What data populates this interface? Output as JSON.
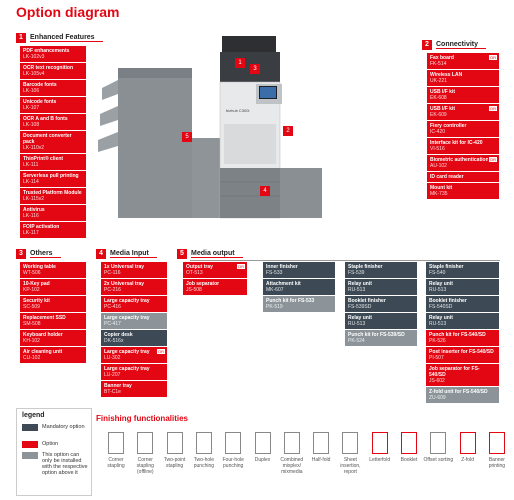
{
  "title": "Option diagram",
  "sections": {
    "enhanced": {
      "num": "1",
      "label": "Enhanced Features",
      "items": [
        {
          "name": "PDF enhancements",
          "code": "LK-102v3"
        },
        {
          "name": "OCR text recognition",
          "code": "LK-105v4"
        },
        {
          "name": "Barcode fonts",
          "code": "LK-106"
        },
        {
          "name": "Unicode fonts",
          "code": "LK-107"
        },
        {
          "name": "OCR A and B fonts",
          "code": "LK-108"
        },
        {
          "name": "Document converter pack",
          "code": "LK-110v2"
        },
        {
          "name": "ThinPrint® client",
          "code": "LK-111"
        },
        {
          "name": "Serverless pull printing",
          "code": "LK-114"
        },
        {
          "name": "Trusted Platform Module",
          "code": "LK-115v2"
        },
        {
          "name": "Antivirus",
          "code": "LK-116"
        },
        {
          "name": "FOIP activation",
          "code": "LK-117"
        }
      ]
    },
    "connectivity": {
      "num": "2",
      "label": "Connectivity",
      "items": [
        {
          "name": "Fax board",
          "code": "FK-514",
          "ok": "OR"
        },
        {
          "name": "Wireless LAN",
          "code": "UK-221"
        },
        {
          "name": "USB I/F kit",
          "code": "EK-608"
        },
        {
          "name": "USB I/F kit",
          "code": "EK-609",
          "ok": "OR"
        },
        {
          "name": "Fiery controller",
          "code": "IC-420"
        },
        {
          "name": "Interface kit for IC-420",
          "code": "VI-516"
        },
        {
          "name": "Biometric authentication",
          "code": "AU-102",
          "ok": "OR"
        },
        {
          "name": "ID card reader",
          "code": ""
        },
        {
          "name": "Mount kit",
          "code": "MK-735"
        }
      ]
    },
    "others": {
      "num": "3",
      "label": "Others",
      "items": [
        {
          "name": "Working table",
          "code": "WT-506"
        },
        {
          "name": "10-Key pad",
          "code": "KP-102"
        },
        {
          "name": "Security kit",
          "code": "SC-509"
        },
        {
          "name": "Replacement SSD",
          "code": "SM-508"
        },
        {
          "name": "Keyboard holder",
          "code": "KH-102"
        },
        {
          "name": "Air cleaning unit",
          "code": "CU-102"
        }
      ]
    },
    "media_input": {
      "num": "4",
      "label": "Media Input",
      "items": [
        {
          "name": "1x Universal tray",
          "code": "PC-116"
        },
        {
          "name": "2x Universal tray",
          "code": "PC-216"
        },
        {
          "name": "Large capacity tray",
          "code": "PC-416"
        },
        {
          "name": "Large capacity tray",
          "code": "PC-417"
        },
        {
          "name": "Copier desk",
          "code": "DK-516x"
        },
        {
          "name": "Large capacity tray",
          "code": "LU-302",
          "ok": "OR"
        },
        {
          "name": "Large capacity tray",
          "code": "LU-207"
        },
        {
          "name": "Banner tray",
          "code": "BT-C1e"
        }
      ]
    },
    "media_output": {
      "num": "5",
      "label": "Media output",
      "col1": [
        {
          "name": "Output tray",
          "code": "OT-513",
          "ok": "OR"
        },
        {
          "name": "Job separator",
          "code": "JS-508"
        }
      ],
      "col2": [
        {
          "name": "Inner finisher",
          "code": "FS-533"
        },
        {
          "name": "Attachment kit",
          "code": "MK-607"
        },
        {
          "name": "Punch kit for FS-533",
          "code": "PK-519"
        }
      ],
      "col3": [
        {
          "name": "Staple finisher",
          "code": "FS-539"
        },
        {
          "name": "Relay unit",
          "code": "RU-513"
        },
        {
          "name": "Booklet finisher",
          "code": "FS-539SD"
        },
        {
          "name": "Relay unit",
          "code": "RU-513"
        },
        {
          "name": "Punch kit for FS-539/SD",
          "code": "PK-524"
        }
      ],
      "col4": [
        {
          "name": "Staple finisher",
          "code": "FS-540"
        },
        {
          "name": "Relay unit",
          "code": "RU-513"
        },
        {
          "name": "Booklet finisher",
          "code": "FS-540SD"
        },
        {
          "name": "Relay unit",
          "code": "RU-513"
        },
        {
          "name": "Punch kit for FS-540/SD",
          "code": "PK-526"
        },
        {
          "name": "Post inserter for FS-540/SD",
          "code": "PI-507"
        },
        {
          "name": "Job separator for FS-540/SD",
          "code": "JS-602"
        },
        {
          "name": "Z-fold unit for FS-540/SD",
          "code": "ZU-609"
        }
      ]
    }
  },
  "legend": {
    "title": "legend",
    "mandatory": "Mandatory option",
    "option": "Option",
    "installed": "This option can only be installed with the respective option above it"
  },
  "finishing": {
    "title": "Finishing functionalities",
    "items": [
      "Corner stapling",
      "Corner stapling (offline)",
      "Two-point stapling",
      "Two-hole punching",
      "Four-hole punching",
      "Duplex",
      "Combined mixplex/ mixmedia",
      "Half-fold",
      "Sheet insertion, report",
      "Letterfold",
      "Booklet",
      "Offset sorting",
      "Z-fold",
      "Banner printing"
    ]
  },
  "callouts": [
    "1",
    "2",
    "3",
    "4",
    "5"
  ],
  "printer_model": "bizhub C300i"
}
